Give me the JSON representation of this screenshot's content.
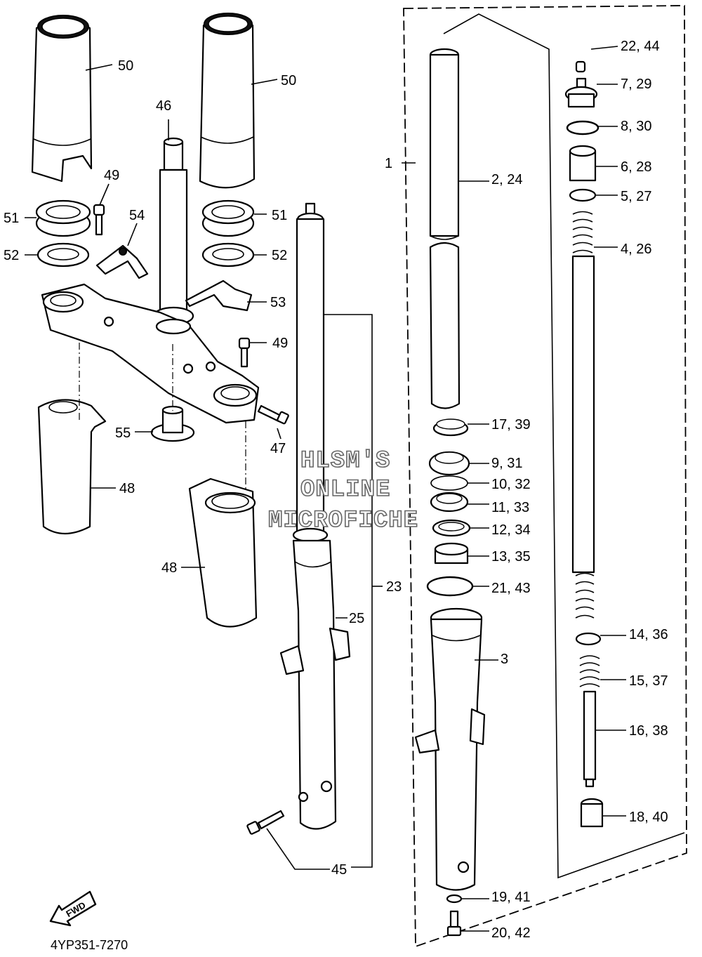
{
  "diagram": {
    "drawing_number": "4YP351-7270",
    "fwd_label": "FWD",
    "watermark": [
      "HLSM'S",
      "ONLINE",
      "MICROFICHE"
    ],
    "callouts": {
      "c1": "1",
      "c2_24": "2, 24",
      "c3": "3",
      "c4_26": "4, 26",
      "c5_27": "5, 27",
      "c6_28": "6, 28",
      "c7_29": "7, 29",
      "c8_30": "8, 30",
      "c9_31": "9, 31",
      "c10_32": "10, 32",
      "c11_33": "11, 33",
      "c12_34": "12, 34",
      "c13_35": "13, 35",
      "c14_36": "14, 36",
      "c15_37": "15, 37",
      "c16_38": "16, 38",
      "c17_39": "17, 39",
      "c18_40": "18, 40",
      "c19_41": "19, 41",
      "c20_42": "20, 42",
      "c21_43": "21, 43",
      "c22_44": "22, 44",
      "c23": "23",
      "c25": "25",
      "c45": "45",
      "c46": "46",
      "c47": "47",
      "c48a": "48",
      "c48b": "48",
      "c49a": "49",
      "c49b": "49",
      "c50a": "50",
      "c50b": "50",
      "c51a": "51",
      "c51b": "51",
      "c52a": "52",
      "c52b": "52",
      "c53": "53",
      "c54": "54",
      "c55": "55"
    }
  }
}
